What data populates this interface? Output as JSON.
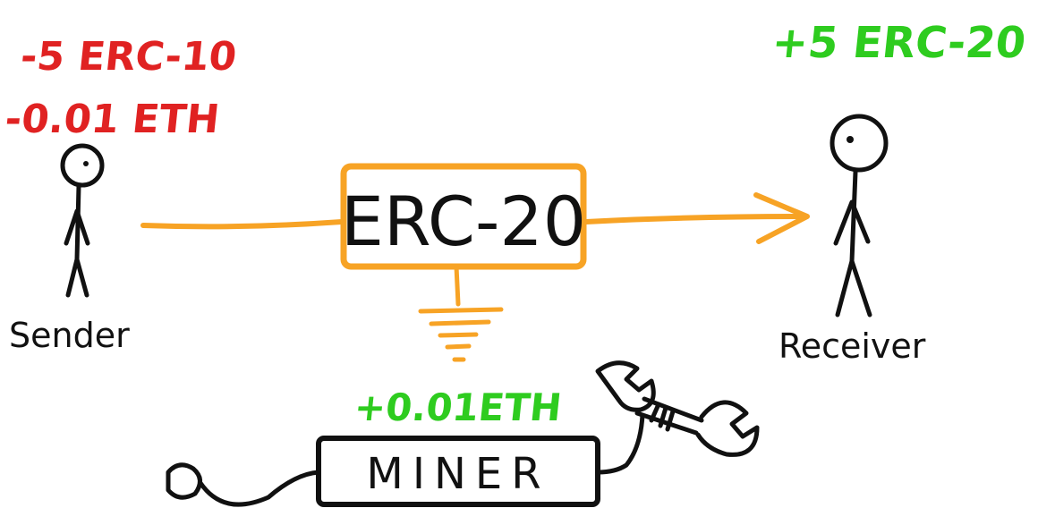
{
  "colors": {
    "loss": "#e02222",
    "gain": "#2ecc1f",
    "flow": "#f7a325",
    "ink": "#111111"
  },
  "sender": {
    "label": "Sender",
    "token_change": "-5 ERC-10",
    "eth_change": "-0.01 ETH"
  },
  "receiver": {
    "label": "Receiver",
    "token_change": "+5 ERC-20"
  },
  "token_box": {
    "label": "ERC-20"
  },
  "miner": {
    "label": "MINER",
    "eth_change": "+0.01ETH",
    "icon": "wrench-icon"
  }
}
